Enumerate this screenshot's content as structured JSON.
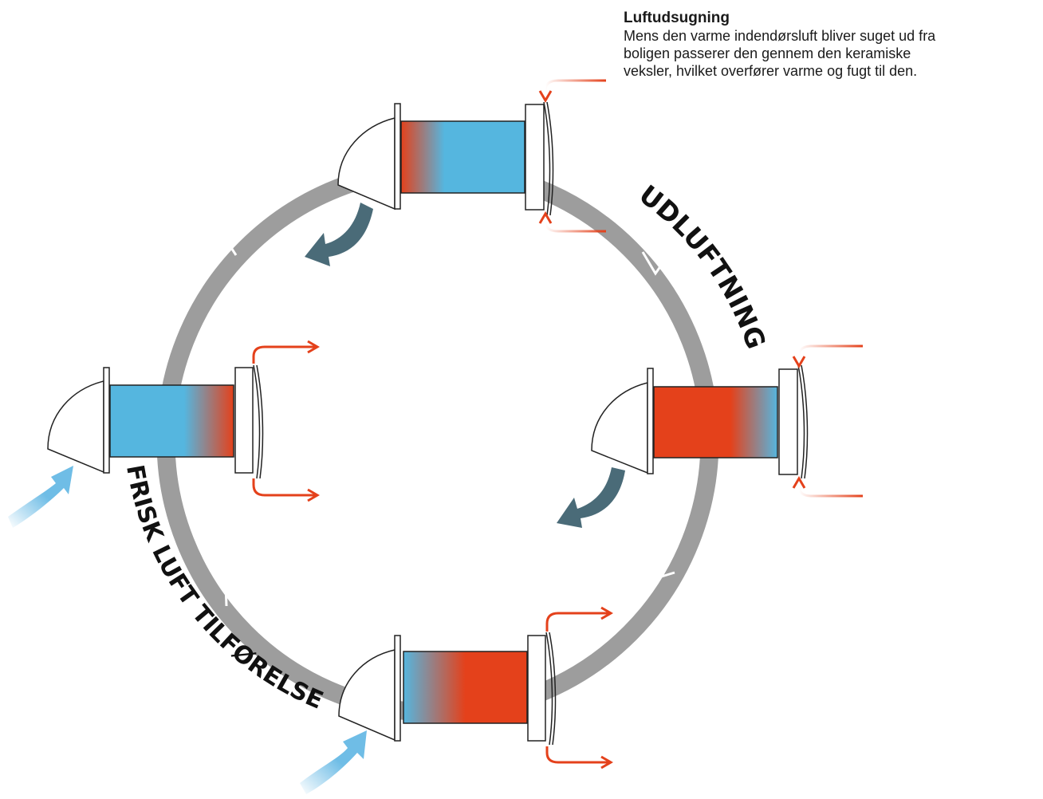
{
  "caption": {
    "title": "Luftudsugning",
    "lines": [
      "Mens den varme indendørsluft bliver suget ud fra",
      "boligen passerer den gennem den keramiske",
      "veksler, hvilket overfører varme og fugt til den."
    ]
  },
  "labels": {
    "exhaust": "UDLUFTNING",
    "supply": "FRISK LUFT TILFØRELSE"
  },
  "colors": {
    "ring": "#9d9d9d",
    "warm": "#e4411b",
    "cold": "#55b6df",
    "flow_dark": "#4a6b78",
    "flow_light": "#6fbde6",
    "outline": "#222222"
  }
}
